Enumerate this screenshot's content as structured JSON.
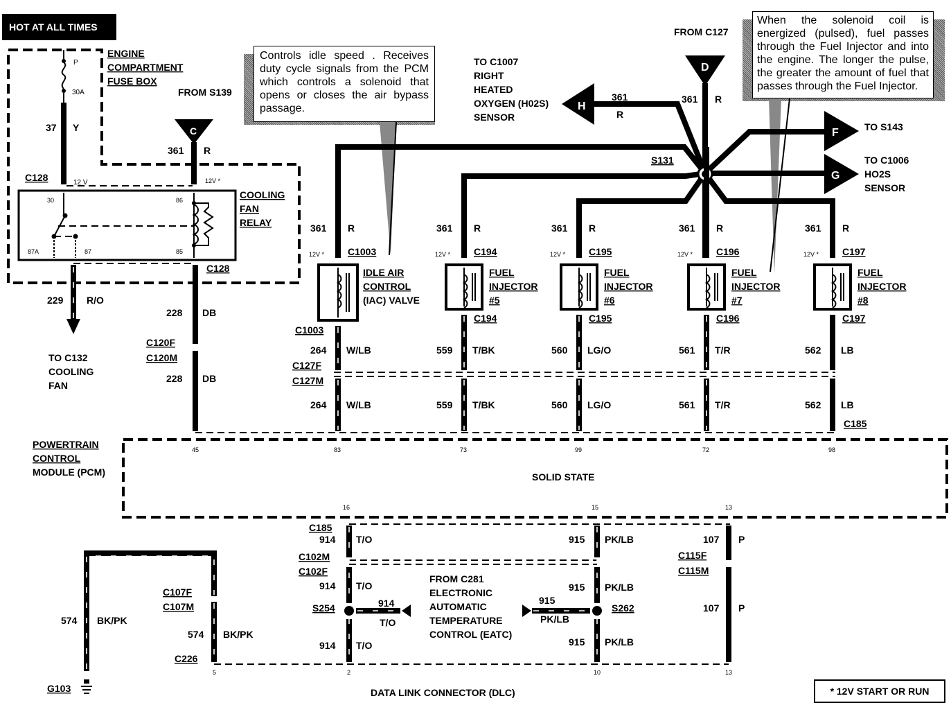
{
  "header": {
    "hot_label": "HOT AT ALL TIMES"
  },
  "legend": {
    "text": "* 12V START OR RUN"
  },
  "notes": {
    "iac": "Controls idle speed .  Receives duty cycle signals from the PCM which controls a solenoid that opens or closes the air bypass passage.",
    "injector": "When the solenoid coil is energized (pulsed), fuel passes through the Fuel Injector and into the engine. The longer the pulse, the greater the amount of fuel that passes through the Fuel Injector."
  },
  "fuse_box": {
    "title": [
      "ENGINE",
      "COMPARTMENT",
      "FUSE BOX"
    ],
    "fuse_pin": "P",
    "fuse_rating": "30A",
    "wire_37": {
      "circuit": "37",
      "color": "Y"
    }
  },
  "from_s139": "FROM S139",
  "connector_c": "C",
  "wire_361_c": {
    "circuit": "361",
    "color": "R"
  },
  "relay": {
    "title": [
      "COOLING",
      "FAN",
      "RELAY"
    ],
    "c128": "C128",
    "c128_bottom": "C128",
    "v12": "12 V",
    "v12star": "12V *",
    "pins": {
      "p30": "30",
      "p86": "86",
      "p87a": "87A",
      "p87": "87",
      "p85": "85"
    }
  },
  "wire_229": {
    "circuit": "229",
    "color": "R/O"
  },
  "to_c132": [
    "TO C132",
    "COOLING",
    "FAN"
  ],
  "wire_228": {
    "circuit": "228",
    "color": "DB",
    "c120f": "C120F",
    "c120m": "C120M"
  },
  "to_c1007": [
    "TO C1007",
    "RIGHT",
    "HEATED",
    "OXYGEN (H02S)",
    "SENSOR"
  ],
  "connector_h": "H",
  "wire_361_h": {
    "circuit": "361",
    "color": "R"
  },
  "from_c127": "FROM C127",
  "connector_d": "D",
  "wire_361_d": {
    "circuit": "361",
    "color": "R"
  },
  "splice_s131": "S131",
  "connector_f": "F",
  "to_s143": "TO S143",
  "connector_g": "G",
  "to_c1006": [
    "TO C1006",
    "HO2S",
    "SENSOR"
  ],
  "components": [
    {
      "name": [
        "IDLE AIR",
        "CONTROL",
        "(IAC) VALVE"
      ],
      "conn": "C1003",
      "feed": "361",
      "feed_color": "R",
      "v": "12V *",
      "sig": "264",
      "sig_color": "W/LB",
      "pin": "83"
    },
    {
      "name": [
        "FUEL",
        "INJECTOR",
        "#5"
      ],
      "conn": "C194",
      "feed": "361",
      "feed_color": "R",
      "v": "12V *",
      "sig": "559",
      "sig_color": "T/BK",
      "pin": "73"
    },
    {
      "name": [
        "FUEL",
        "INJECTOR",
        "#6"
      ],
      "conn": "C195",
      "feed": "361",
      "feed_color": "R",
      "v": "12V *",
      "sig": "560",
      "sig_color": "LG/O",
      "pin": "99"
    },
    {
      "name": [
        "FUEL",
        "INJECTOR",
        "#7"
      ],
      "conn": "C196",
      "feed": "361",
      "feed_color": "R",
      "v": "12V *",
      "sig": "561",
      "sig_color": "T/R",
      "pin": "72"
    },
    {
      "name": [
        "FUEL",
        "INJECTOR",
        "#8"
      ],
      "conn": "C197",
      "feed": "361",
      "feed_color": "R",
      "v": "12V *",
      "sig": "562",
      "sig_color": "LB",
      "pin": "98"
    }
  ],
  "c127f": "C127F",
  "c127m": "C127M",
  "c185_top": "C185",
  "pcm": {
    "title": [
      "POWERTRAIN",
      "CONTROL",
      "MODULE (PCM)"
    ],
    "solid_state": "SOLID STATE",
    "pin_45": "45",
    "pin_16": "16",
    "pin_15": "15",
    "pin_13": "13"
  },
  "lower": {
    "c185": "C185",
    "c102m": "C102M",
    "c102f": "C102F",
    "wire_914": {
      "circuit": "914",
      "color": "T/O"
    },
    "wire_915": {
      "circuit": "915",
      "color": "PK/LB"
    },
    "wire_107": {
      "circuit": "107",
      "color": "P"
    },
    "c115f": "C115F",
    "c115m": "C115M",
    "s254": "S254",
    "s262": "S262",
    "from_c281": [
      "FROM C281",
      "ELECTRONIC",
      "AUTOMATIC",
      "TEMPERATURE",
      "CONTROL (EATC)"
    ],
    "wire_574": {
      "circuit": "574",
      "color": "BK/PK"
    },
    "c107f": "C107F",
    "c107m": "C107M",
    "c226": "C226",
    "g103": "G103",
    "dlc_pins": {
      "p5": "5",
      "p2": "2",
      "p10": "10",
      "p13": "13"
    },
    "dlc_title": "DATA LINK CONNECTOR (DLC)"
  }
}
